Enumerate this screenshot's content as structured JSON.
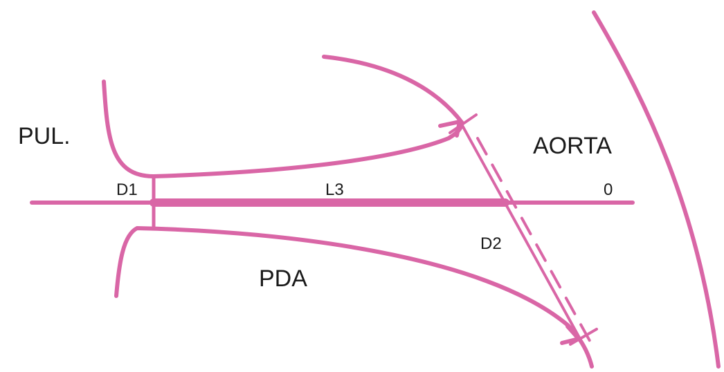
{
  "labels": {
    "pul": "PUL.",
    "aorta": "AORTA",
    "pda": "PDA",
    "d1": "D1",
    "l3": "L3",
    "zero": "0",
    "d2": "D2"
  },
  "colors": {
    "stroke": "#d966a6",
    "text": "#1a1a1a"
  }
}
